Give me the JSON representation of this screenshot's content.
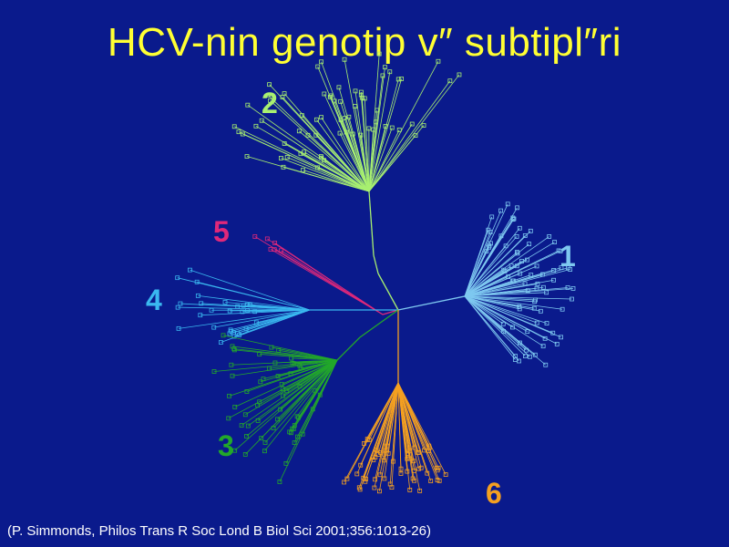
{
  "slide": {
    "title": "HCV-nin genotip v″  subtipl″ri",
    "citation": "(P. Simmonds, Philos Trans R Soc Lond B Biol Sci 2001;356:1013-26)"
  },
  "genotypes": [
    {
      "id": "1",
      "label": "1",
      "color": "#7ec8f0"
    },
    {
      "id": "2",
      "label": "2",
      "color": "#a8f070"
    },
    {
      "id": "3",
      "label": "3",
      "color": "#22a82a"
    },
    {
      "id": "4",
      "label": "4",
      "color": "#3ab8f0"
    },
    {
      "id": "5",
      "label": "5",
      "color": "#e0287a"
    },
    {
      "id": "6",
      "label": "6",
      "color": "#f4a020"
    }
  ]
}
